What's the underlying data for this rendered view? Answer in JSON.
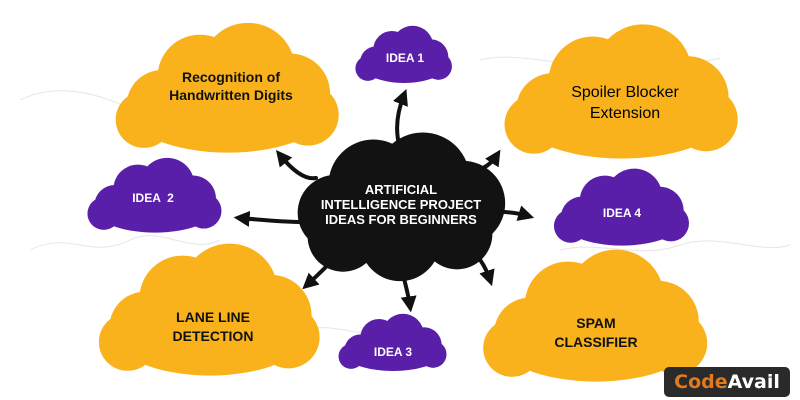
{
  "center": {
    "label": "ARTIFICIAL INTELLIGENCE PROJECT IDEAS FOR BEGINNERS",
    "color": "#121212"
  },
  "ideas": [
    {
      "label": "IDEA 1",
      "color": "#5a1fa8"
    },
    {
      "label": "IDEA  2",
      "color": "#5a1fa8"
    },
    {
      "label": "IDEA 3",
      "color": "#5a1fa8"
    },
    {
      "label": "IDEA 4",
      "color": "#5a1fa8"
    }
  ],
  "projects": [
    {
      "label": "Recognition of Handwritten Digits",
      "color": "#f9b21c"
    },
    {
      "label": "Spoiler Blocker Extension",
      "color": "#f9b21c"
    },
    {
      "label": "LANE LINE DETECTION",
      "color": "#f9b21c"
    },
    {
      "label": "SPAM CLASSIFIER",
      "color": "#f9b21c"
    }
  ],
  "logo": {
    "part1": "Code",
    "part2": "Avail"
  }
}
